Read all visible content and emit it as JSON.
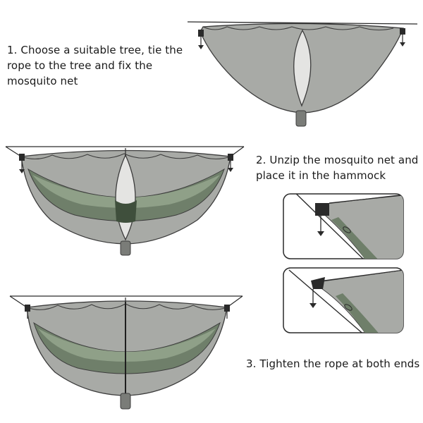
{
  "steps": [
    {
      "number": "1.",
      "lines": [
        "Choose a suitable tree, tie the",
        "rope to the tree and fix the",
        "mosquito net"
      ]
    },
    {
      "number": "2.",
      "lines": [
        "Unzip the mosquito net and",
        "place it in the hammock"
      ]
    },
    {
      "number": "3.",
      "lines": [
        "Tighten the rope at both ends"
      ]
    }
  ],
  "colors": {
    "net_fill": "#a8aaa6",
    "net_stroke": "#3c3c3c",
    "hammock_dark": "#6f7f6a",
    "hammock_band": "#8fa088",
    "opening_fill": "#e4e4e2",
    "strap": "#7a7c78",
    "rope": "#2a2a2a"
  },
  "icons": [
    "hammock-net-closed",
    "hammock-net-open",
    "hammock-net-zipped",
    "rope-knot-detail",
    "rope-tightened-detail"
  ]
}
